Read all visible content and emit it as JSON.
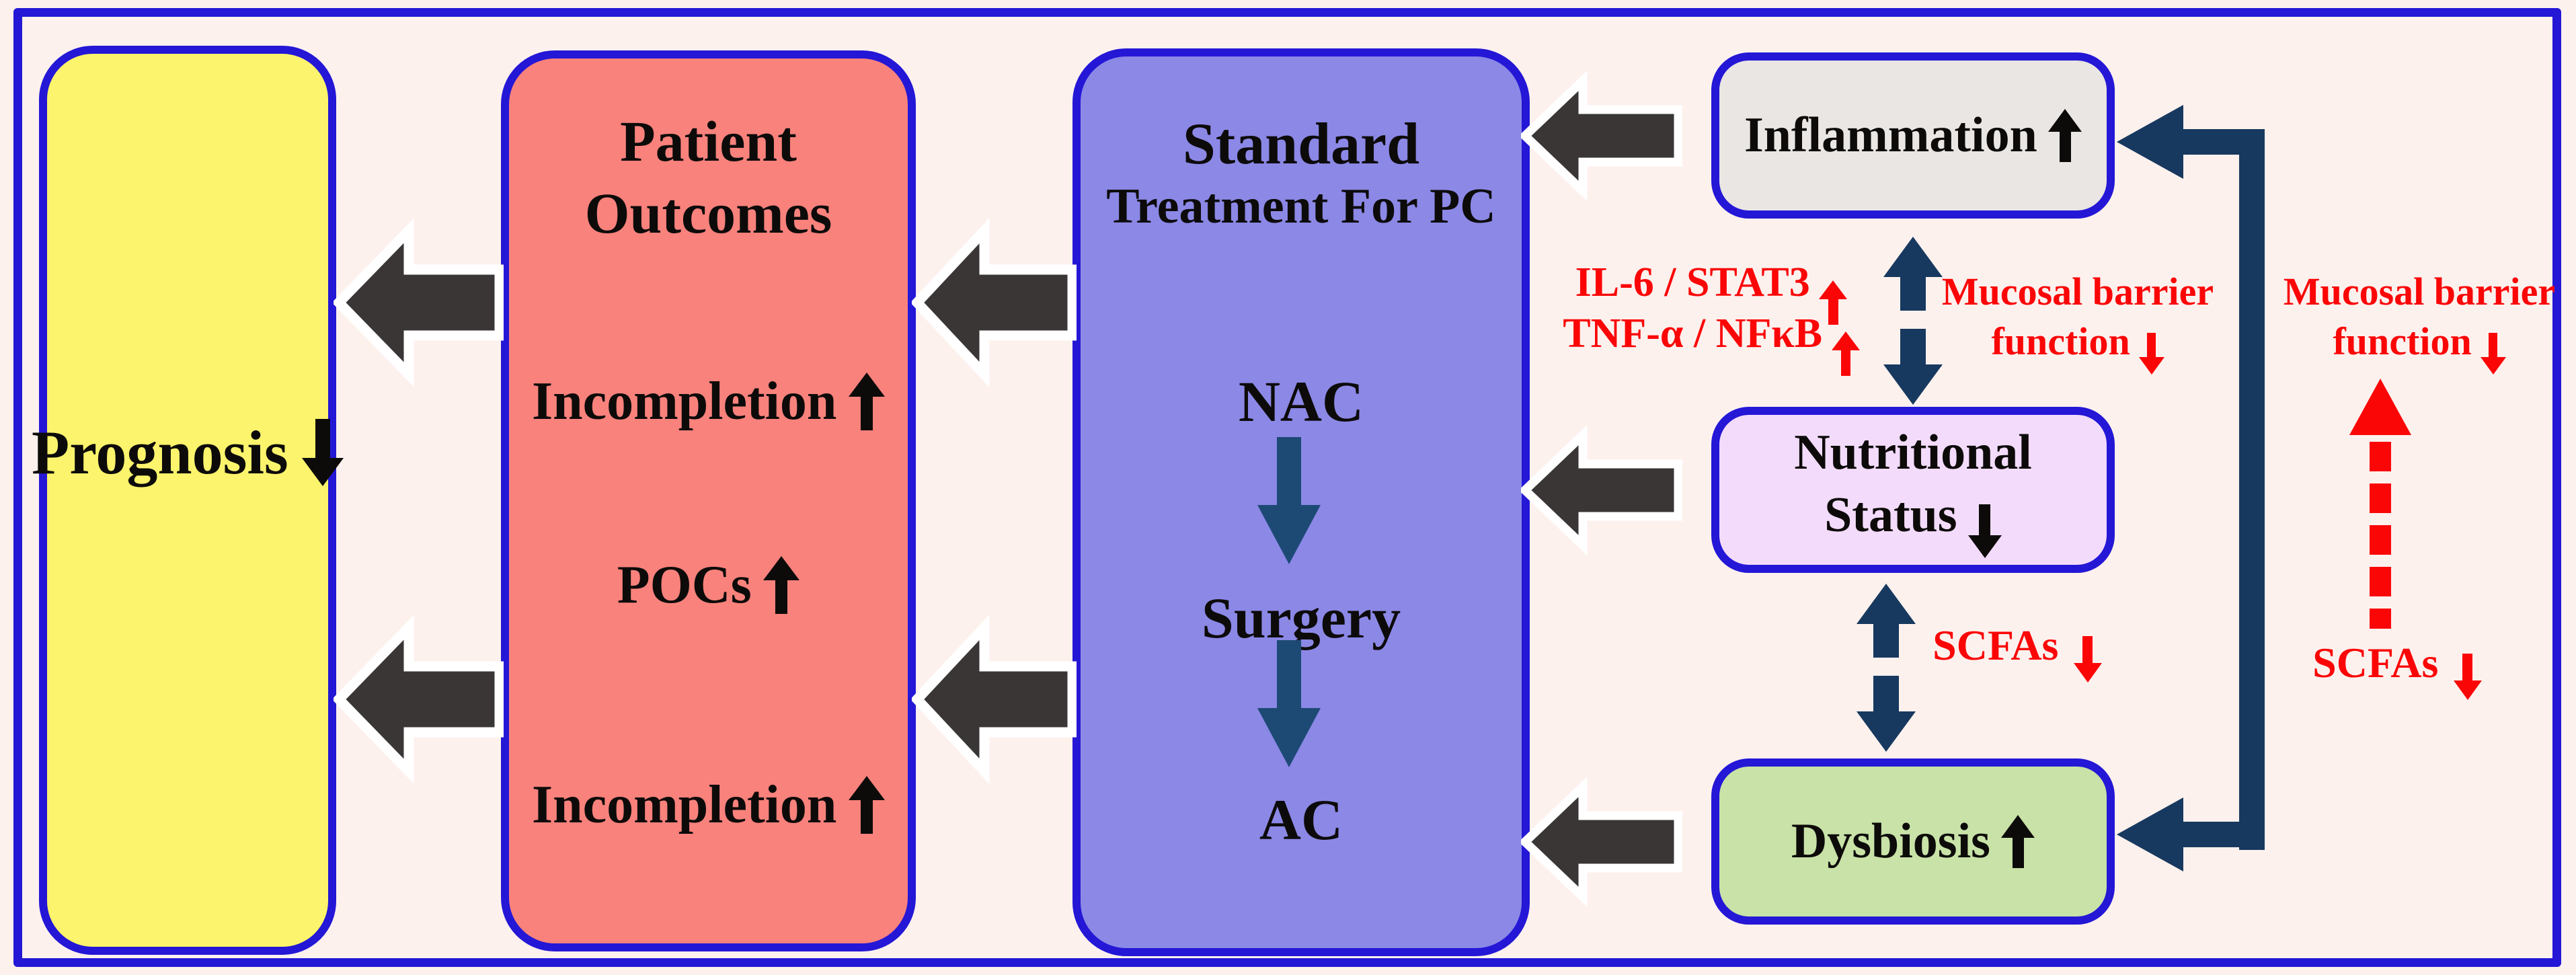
{
  "figure": {
    "type": "flow-diagram",
    "description": "Gut microbiome factors affecting standard pancreatic cancer treatment, patient outcomes and prognosis"
  },
  "colors": {
    "background": "#fdf1ee",
    "border_blue": "#2417d6",
    "prognosis_yellow": "#fbf46c",
    "outcomes_salmon": "#f9827c",
    "treatment_purple": "#8b88e6",
    "inflammation_gray": "#e9e6e3",
    "nutritional_lavender": "#f3dbfb",
    "dysbiosis_green": "#c8e2a7",
    "black_arrow": "#3a3636",
    "navy_arrow": "#17395f",
    "annotation_red": "#fb0607"
  },
  "boxes": {
    "prognosis": {
      "label": "Prognosis",
      "arrow": "down"
    },
    "patient_outcomes": {
      "title_line1": "Patient",
      "title_line2": "Outcomes",
      "items": [
        {
          "text": "Incompletion",
          "arrow": "up"
        },
        {
          "text": "POCs",
          "arrow": "up"
        },
        {
          "text": "Incompletion",
          "arrow": "up"
        }
      ]
    },
    "treatment": {
      "title_line1": "Standard",
      "title_line2": "Treatment For PC",
      "steps": [
        "NAC",
        "Surgery",
        "AC"
      ]
    },
    "inflammation": {
      "label": "Inflammation",
      "arrow": "up"
    },
    "nutritional": {
      "line1": "Nutritional",
      "line2": "Status",
      "arrow": "down"
    },
    "dysbiosis": {
      "label": "Dysbiosis",
      "arrow": "up"
    }
  },
  "annotations": {
    "il6": {
      "text": "IL-6 / STAT3",
      "arrow": "up"
    },
    "tnf": {
      "text": "TNF-α / NFκB",
      "arrow": "up"
    },
    "mucosal_left": {
      "line1": "Mucosal barrier",
      "line2": "function",
      "arrow": "down"
    },
    "mucosal_right": {
      "line1": "Mucosal barrier",
      "line2": "function",
      "arrow": "down"
    },
    "scfas_left": {
      "text": "SCFAs",
      "arrow": "down"
    },
    "scfas_right": {
      "text": "SCFAs",
      "arrow": "down"
    }
  }
}
